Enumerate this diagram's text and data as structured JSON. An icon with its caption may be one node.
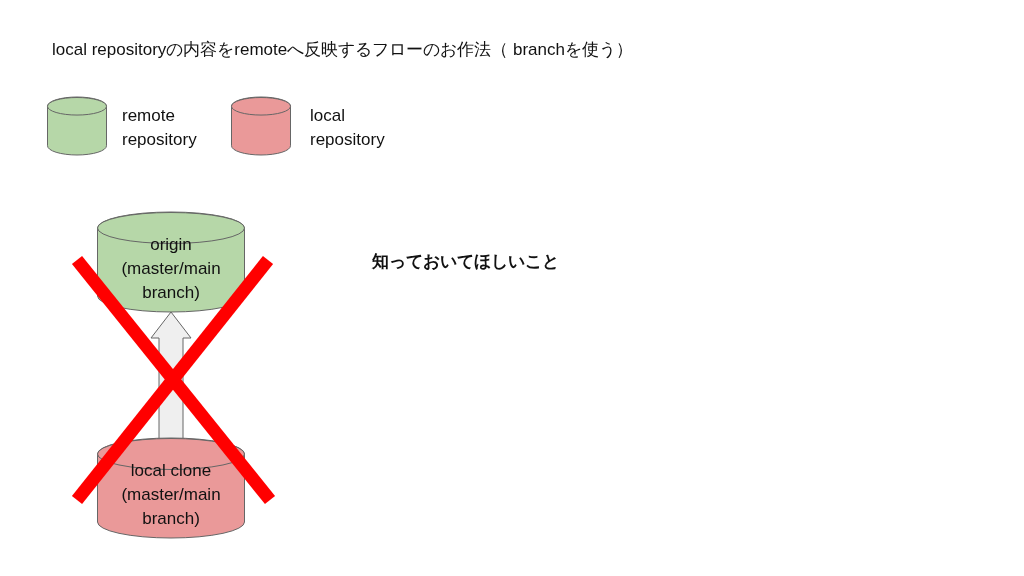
{
  "diagram": {
    "title": "local repositoryの内容をremoteへ反映するフローのお作法（ branchを使う）",
    "nodes": [
      {
        "text": [
          "origin (master/main branch)"
        ]
      },
      {
        "text": [
          "local clone (master/main branch)"
        ]
      }
    ],
    "edges": [
      {
        "from": 1,
        "to": 0,
        "arrow": "to"
      }
    ],
    "labels": [
      "知っておいてほしいこと"
    ],
    "legend": [
      {
        "text": "remote repository",
        "color": "#b6d7a8"
      },
      {
        "text": "local repository",
        "color": "#ea9999"
      }
    ]
  }
}
